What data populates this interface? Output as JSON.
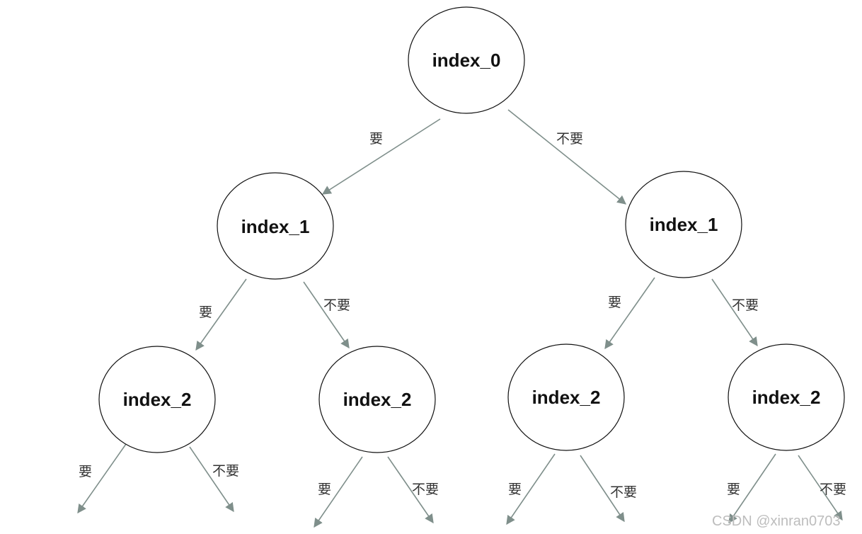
{
  "tree": {
    "nodes": [
      {
        "id": "n0",
        "label": "index_0"
      },
      {
        "id": "n1l",
        "label": "index_1"
      },
      {
        "id": "n1r",
        "label": "index_1"
      },
      {
        "id": "n2a",
        "label": "index_2"
      },
      {
        "id": "n2b",
        "label": "index_2"
      },
      {
        "id": "n2c",
        "label": "index_2"
      },
      {
        "id": "n2d",
        "label": "index_2"
      }
    ],
    "edges": [
      {
        "from": "n0",
        "to": "n1l",
        "label": "要"
      },
      {
        "from": "n0",
        "to": "n1r",
        "label": "不要"
      },
      {
        "from": "n1l",
        "to": "n2a",
        "label": "要"
      },
      {
        "from": "n1l",
        "to": "n2b",
        "label": "不要"
      },
      {
        "from": "n1r",
        "to": "n2c",
        "label": "要"
      },
      {
        "from": "n1r",
        "to": "n2d",
        "label": "不要"
      },
      {
        "from": "n2a",
        "to": null,
        "label": "要"
      },
      {
        "from": "n2a",
        "to": null,
        "label": "不要"
      },
      {
        "from": "n2b",
        "to": null,
        "label": "要"
      },
      {
        "from": "n2b",
        "to": null,
        "label": "不要"
      },
      {
        "from": "n2c",
        "to": null,
        "label": "要"
      },
      {
        "from": "n2c",
        "to": null,
        "label": "不要"
      },
      {
        "from": "n2d",
        "to": null,
        "label": "要"
      },
      {
        "from": "n2d",
        "to": null,
        "label": "不要"
      }
    ]
  },
  "watermark": "CSDN @xinran0703",
  "colors": {
    "edge": "#7f8f8b",
    "node_stroke": "#111111",
    "text": "#111111"
  }
}
